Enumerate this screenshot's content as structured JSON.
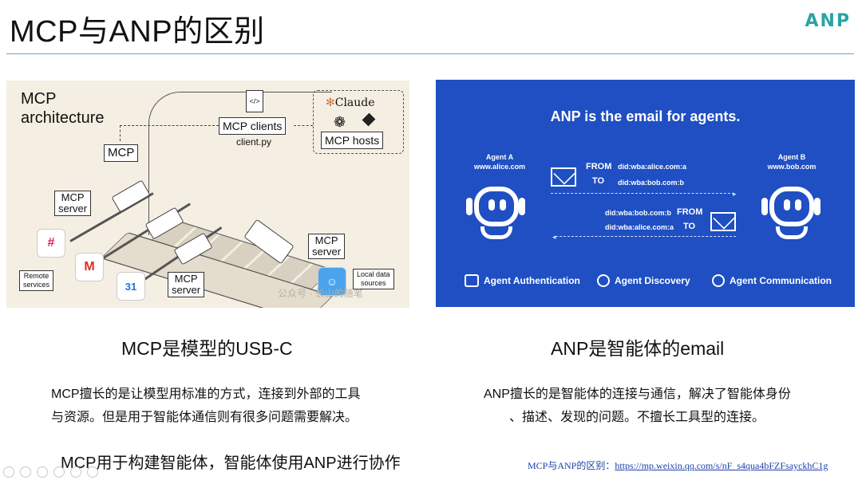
{
  "slide": {
    "title": "MCP与ANP的区别",
    "brand": "ANP"
  },
  "mcp_figure": {
    "heading_line1": "MCP",
    "heading_line2": "architecture",
    "clients_label": "MCP clients",
    "client_file": "client.py",
    "hosts_label": "MCP hosts",
    "claude_label": "Claude",
    "mcp_label": "MCP",
    "server_label_1": "MCP\nserver",
    "server_label_2": "MCP\nserver",
    "server_label_3": "MCP\nserver",
    "remote_services": "Remote\nservices",
    "local_data": "Local data\nsources",
    "calendar_day": "31",
    "gmail_letter": "M",
    "watermark": "公众号 · 长山的随笔"
  },
  "anp_figure": {
    "headline": "ANP is the email for agents.",
    "agent_a_name": "Agent A",
    "agent_a_domain": "www.alice.com",
    "agent_b_name": "Agent  B",
    "agent_b_domain": "www.bob.com",
    "from_label": "FROM",
    "to_label": "TO",
    "msg1_from": "did:wba:alice.com:a",
    "msg1_to": "did:wba:bob.com:b",
    "msg2_from": "did:wba:bob.com:b",
    "msg2_to": "did:wba:alice.com:a",
    "feature_1": "Agent Authentication",
    "feature_2": "Agent Discovery",
    "feature_3": "Agent Communication"
  },
  "left_caption": "MCP是模型的USB-C",
  "right_caption": "ANP是智能体的email",
  "left_desc_line1": "MCP擅长的是让模型用标准的方式，连接到外部的工具",
  "left_desc_line2": "与资源。但是用于智能体通信则有很多问题需要解决。",
  "right_desc_line1": "ANP擅长的是智能体的连接与通信，解决了智能体身份",
  "right_desc_line2": "、描述、发现的问题。不擅长工具型的连接。",
  "bottom_line": "MCP用于构建智能体，智能体使用ANP进行协作",
  "source": {
    "prefix": "MCP与ANP的区别：",
    "url": "https://mp.weixin.qq.com/s/nF_s4qua4bFZFsayckhC1g"
  }
}
